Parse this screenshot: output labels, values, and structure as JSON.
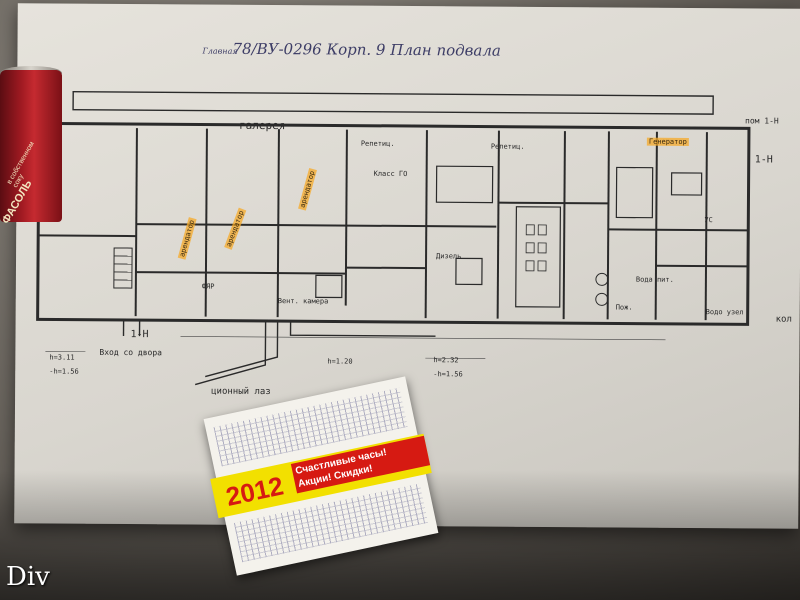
{
  "photo": {
    "subject": "floor-plan-sheet",
    "header_handwriting": "78/ВУ-0296 Корп. 9 План подвала",
    "header_prefix": "Главная",
    "top_label": "галерея",
    "plan_labels": [
      "Репетиц.",
      "Класс ГО",
      "Репетиц.",
      "Генератор",
      "ФЯР",
      "Вент. камера",
      "Дизель",
      "Вода пит.",
      "Водо узел",
      "УС",
      "Пож.",
      "1-Н",
      "1-Н",
      "пом 1-Н",
      "Вход со двора",
      "h=3.11",
      "-h=1.56",
      "h=1.20",
      "h=2.32",
      "-h=1.56",
      "ционный лаз",
      "кол"
    ],
    "highlight_labels": [
      "арендатор",
      "арендатор",
      "арендатор"
    ],
    "colors": {
      "paper": "#dedbd4",
      "ink": "#2a2a2a",
      "handwriting": "#3d3d66",
      "highlighter": "#f5aa28",
      "can_red": "#b0202a",
      "calendar_yellow": "#f2e000",
      "calendar_red": "#d61a12"
    }
  },
  "can": {
    "label": "ФАСОЛЬ",
    "sublabel": "в собственном соку"
  },
  "calendar": {
    "year": "2012",
    "promo_line1": "Счастливые часы!",
    "promo_line2": "Акции! Скидки!"
  },
  "watermark": {
    "text": "Div"
  }
}
